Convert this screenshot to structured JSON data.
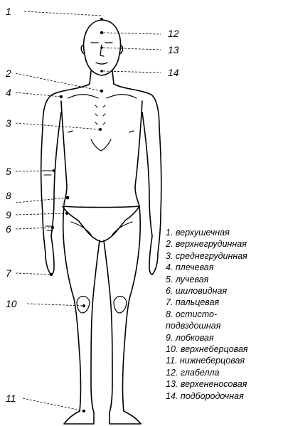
{
  "landmark_numbers": {
    "n1": "1",
    "n2": "2",
    "n3": "3",
    "n4": "4",
    "n5": "5",
    "n6": "6",
    "n7": "7",
    "n8": "8",
    "n9": "9",
    "n10": "10",
    "n11": "11",
    "n12": "12",
    "n13": "13",
    "n14": "14"
  },
  "legend": {
    "i1": "1. верхушечная",
    "i2": "2. верхнегрудинная",
    "i3": "3. среднегрудинная",
    "i4": "4. плечевая",
    "i5": "5. лучевая",
    "i6": "6. шиловидная",
    "i7": "7. пальцевая",
    "i8a": "8. остисто-",
    "i8b": "подвздошная",
    "i9": "9. лобковая",
    "i10": "10. верхнеберцовая",
    "i11": "11. нижнеберцовая",
    "i12": "12. глабелла",
    "i13": "13. верхененосовая",
    "i14": "14. подбородочная"
  },
  "colors": {
    "ink": "#000000",
    "background": "#ffffff"
  }
}
